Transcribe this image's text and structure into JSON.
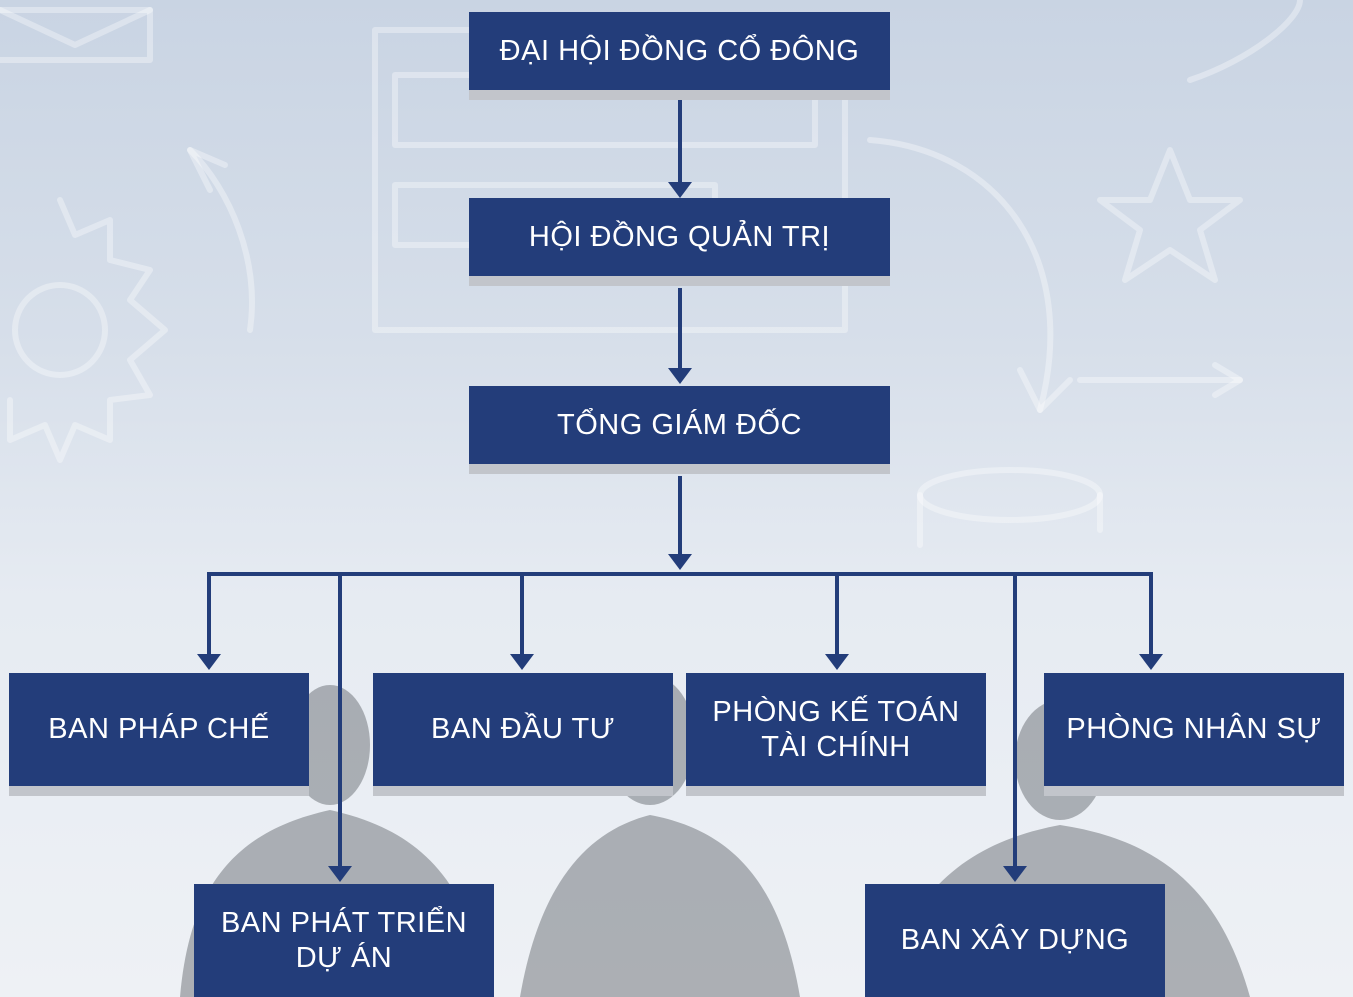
{
  "org_chart": {
    "shareholders": "ĐẠI HỘI ĐỒNG CỔ ĐÔNG",
    "board": "HỘI ĐỒNG QUẢN TRỊ",
    "ceo": "TỔNG GIÁM ĐỐC",
    "departments": {
      "legal": "BAN PHÁP CHẾ",
      "project_dev": "BAN PHÁT TRIỂN\nDỰ ÁN",
      "investment": "BAN ĐẦU TƯ",
      "accounting": "PHÒNG KẾ TOÁN\nTÀI CHÍNH",
      "construction": "BAN XÂY DỰNG",
      "hr": "PHÒNG NHÂN SỰ"
    }
  },
  "colors": {
    "box_fill": "#233d7a",
    "connector": "#233d7a",
    "box_shadow": "#c2c5cb",
    "text": "#ffffff"
  }
}
